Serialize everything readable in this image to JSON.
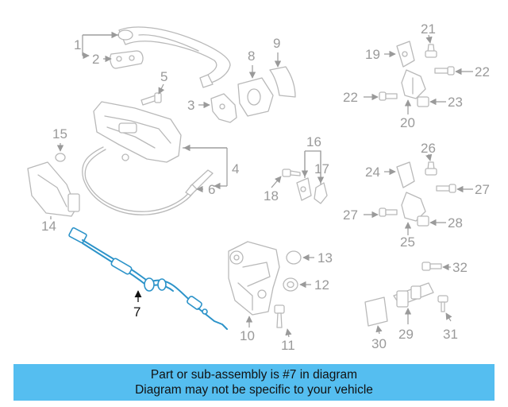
{
  "banner": {
    "line1": "Part or sub-assembly is #7 in diagram",
    "line2": "Diagram may not be specific to your vehicle"
  },
  "colors": {
    "banner_background": "#55bef0",
    "highlight_part": "#2c93c9",
    "callout_text": "#9a9a9a"
  },
  "highlighted_part": "7",
  "callouts": {
    "c1": "1",
    "c2": "2",
    "c3": "3",
    "c4": "4",
    "c5": "5",
    "c6": "6",
    "c7": "7",
    "c8": "8",
    "c9": "9",
    "c10": "10",
    "c11": "11",
    "c12": "12",
    "c13": "13",
    "c14": "14",
    "c15": "15",
    "c16": "16",
    "c17": "17",
    "c18": "18",
    "c19": "19",
    "c20": "20",
    "c21": "21",
    "c22a": "22",
    "c22b": "22",
    "c23": "23",
    "c24": "24",
    "c25": "25",
    "c26": "26",
    "c27a": "27",
    "c27b": "27",
    "c28": "28",
    "c29": "29",
    "c30": "30",
    "c31": "31",
    "c32": "32"
  }
}
